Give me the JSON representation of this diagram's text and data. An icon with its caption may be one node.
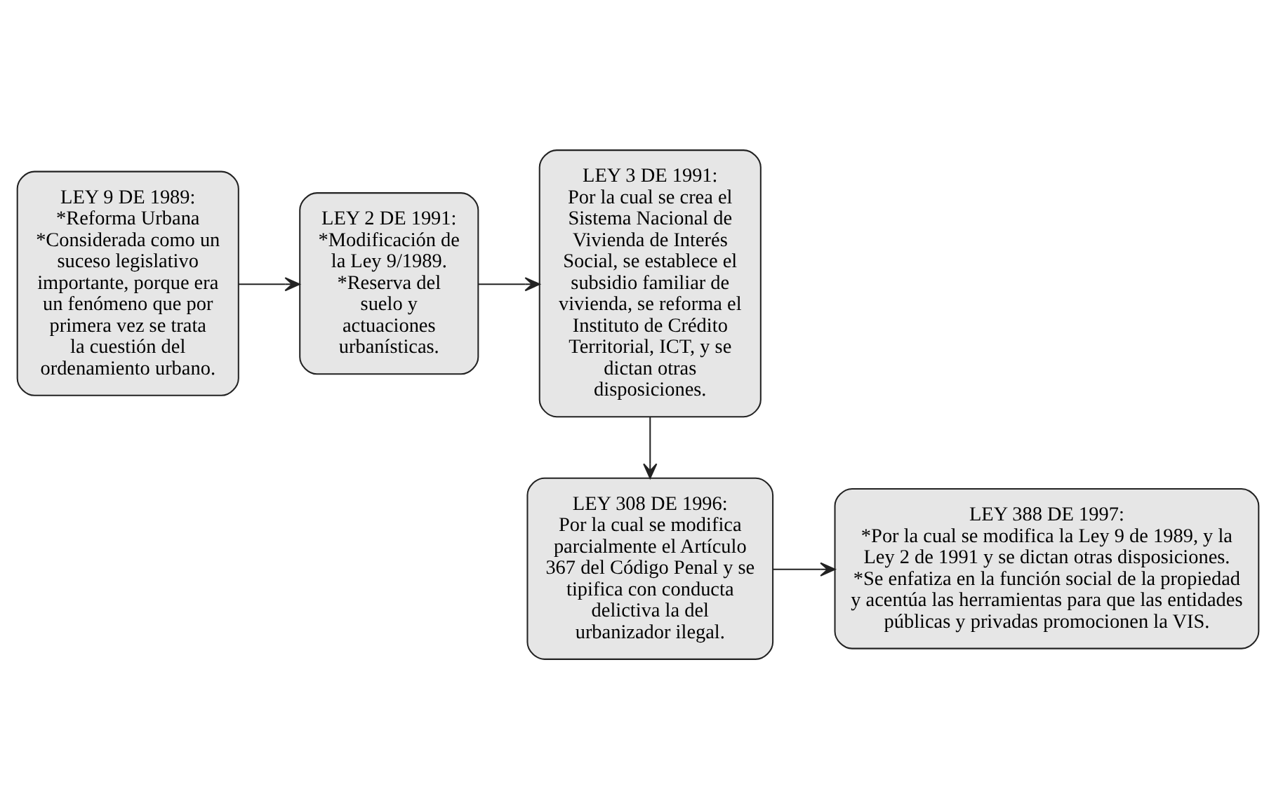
{
  "diagram": {
    "nodes": [
      {
        "text": [
          "LEY 9 DE 1989:",
          "*Reforma Urbana",
          "*Considerada como un suceso legislativo importante, porque era un fenómeno que por primera vez se trata la cuestión del ordenamiento urbano."
        ]
      },
      {
        "text": [
          "LEY 2 DE 1991:",
          "*Modificación de la Ley 9/1989.",
          "*Reserva del suelo y actuaciones urbanísticas."
        ]
      },
      {
        "text": [
          "LEY 3 DE 1991:",
          "Por la cual se crea el Sistema Nacional de Vivienda de Interés Social, se establece el subsidio familiar de vivienda, se reforma el Instituto de Crédito Territorial, ICT, y se dictan otras disposiciones."
        ]
      },
      {
        "text": [
          "LEY 308 DE 1996:",
          "Por la cual se modifica parcialmente el Artículo 367 del Código Penal y se tipifica con conducta delictiva la del urbanizador ilegal."
        ]
      },
      {
        "text": [
          "LEY 388 DE 1997:",
          "*Por la cual se modifica la Ley 9 de 1989, y la Ley 2 de 1991 y se dictan otras disposiciones.",
          "*Se enfatiza en la función social de la propiedad y acentúa las herramientas para que las entidades públicas y privadas promocionen la VIS."
        ]
      }
    ],
    "edges": [
      {
        "from": 0,
        "to": 1,
        "arrow": "to"
      },
      {
        "from": 1,
        "to": 2,
        "arrow": "to"
      },
      {
        "from": 2,
        "to": 3,
        "arrow": "to"
      },
      {
        "from": 3,
        "to": 4,
        "arrow": "to"
      }
    ]
  }
}
